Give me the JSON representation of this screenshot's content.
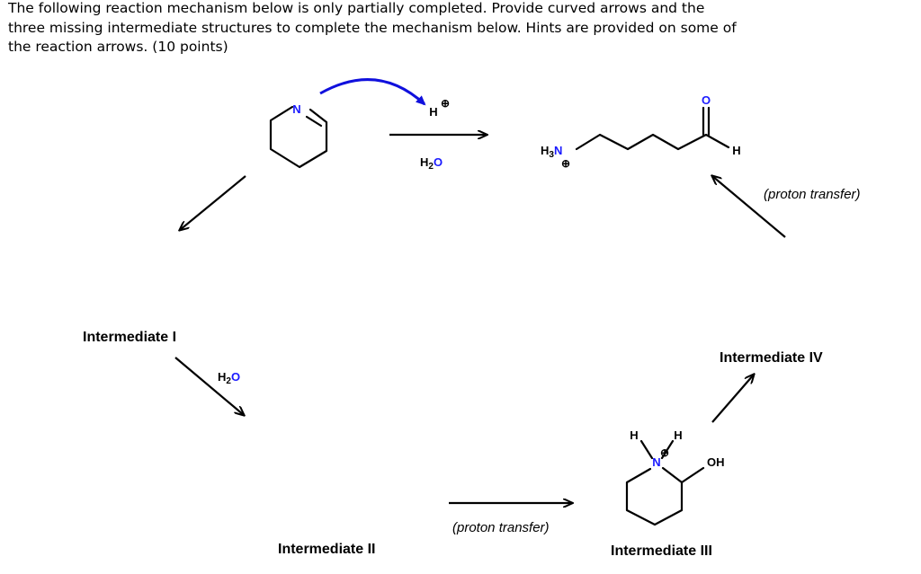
{
  "question": {
    "line1": "The following reaction mechanism below is only partially completed.  Provide curved arrows and the",
    "line2": "three missing intermediate structures to complete the mechanism below.  Hints are provided on some of",
    "line3": "the reaction arrows.  (10 points)"
  },
  "reagents": {
    "proton": "H",
    "charge_symbol": "⊕",
    "water_left": "H",
    "water_sub": "2",
    "water_o": "O"
  },
  "molecules": {
    "start": {
      "nitrogen": "N"
    },
    "product": {
      "amine_h": "H",
      "amine_sub": "3",
      "amine_n": "N",
      "charge": "⊕",
      "carbonyl_o": "O",
      "aldehyde_h": "H"
    },
    "intermediate_iii": {
      "h_left": "H",
      "h_right": "H",
      "nitrogen": "N",
      "charge": "⊕",
      "hydroxyl": "OH"
    }
  },
  "labels": {
    "intermediate_i": "Intermediate I",
    "intermediate_ii": "Intermediate II",
    "intermediate_iii": "Intermediate III",
    "intermediate_iv": "Intermediate IV",
    "proton_transfer_top": "(proton transfer)",
    "proton_transfer_bottom": "(proton transfer)"
  },
  "colors": {
    "curved_arrow": "#1010dd",
    "nitrogen": "#1a1aff",
    "oxygen": "#1a1aff",
    "text": "#000000"
  }
}
